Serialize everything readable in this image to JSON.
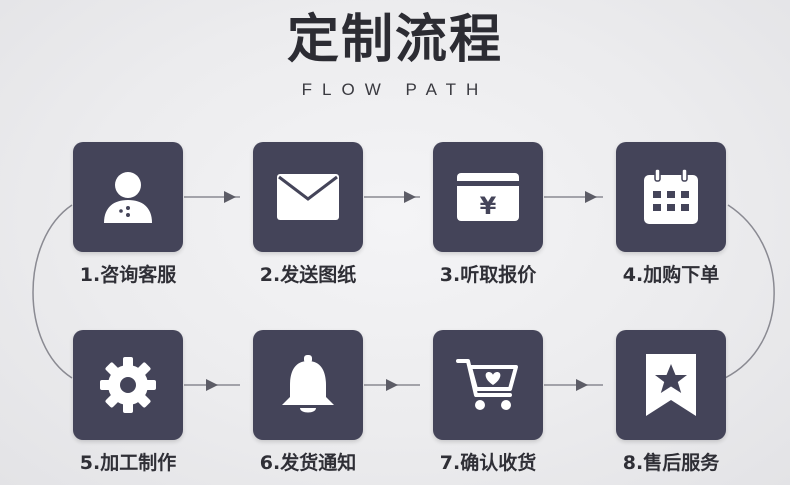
{
  "header": {
    "title": "定制流程",
    "subtitle": "FLOW PATH"
  },
  "steps": [
    {
      "label": "1.咨询客服",
      "icon": "user-icon"
    },
    {
      "label": "2.发送图纸",
      "icon": "envelope-icon"
    },
    {
      "label": "3.听取报价",
      "icon": "yen-card-icon"
    },
    {
      "label": "4.加购下单",
      "icon": "calendar-icon"
    },
    {
      "label": "5.加工制作",
      "icon": "gear-icon"
    },
    {
      "label": "6.发货通知",
      "icon": "bell-icon"
    },
    {
      "label": "7.确认收货",
      "icon": "cart-heart-icon"
    },
    {
      "label": "8.售后服务",
      "icon": "star-bookmark-icon"
    }
  ],
  "colors": {
    "tile": "#444459",
    "connector": "#7a7a82",
    "icon": "#ffffff"
  }
}
